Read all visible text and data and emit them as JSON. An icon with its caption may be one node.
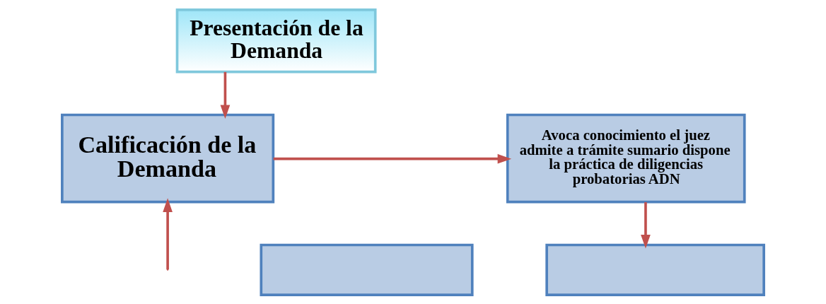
{
  "diagram": {
    "nodes": [
      {
        "text": [
          "Presentación de la Demanda"
        ]
      },
      {
        "text": [
          "Calificación de la Demanda"
        ]
      },
      {
        "text": [
          "Avoca conocimiento el juez admite a trámite sumario dispone la práctica de diligencias probatorias ADN"
        ]
      },
      {
        "text": [],
        "shape": "box"
      },
      {
        "text": [],
        "shape": "box"
      }
    ],
    "edges": [
      {
        "from": 0,
        "to": 1,
        "arrow": "to"
      },
      {
        "from": null,
        "to": 1,
        "arrow": "to"
      },
      {
        "from": 1,
        "to": 2,
        "arrow": "to"
      },
      {
        "from": 2,
        "to": 4,
        "arrow": "to"
      }
    ]
  }
}
